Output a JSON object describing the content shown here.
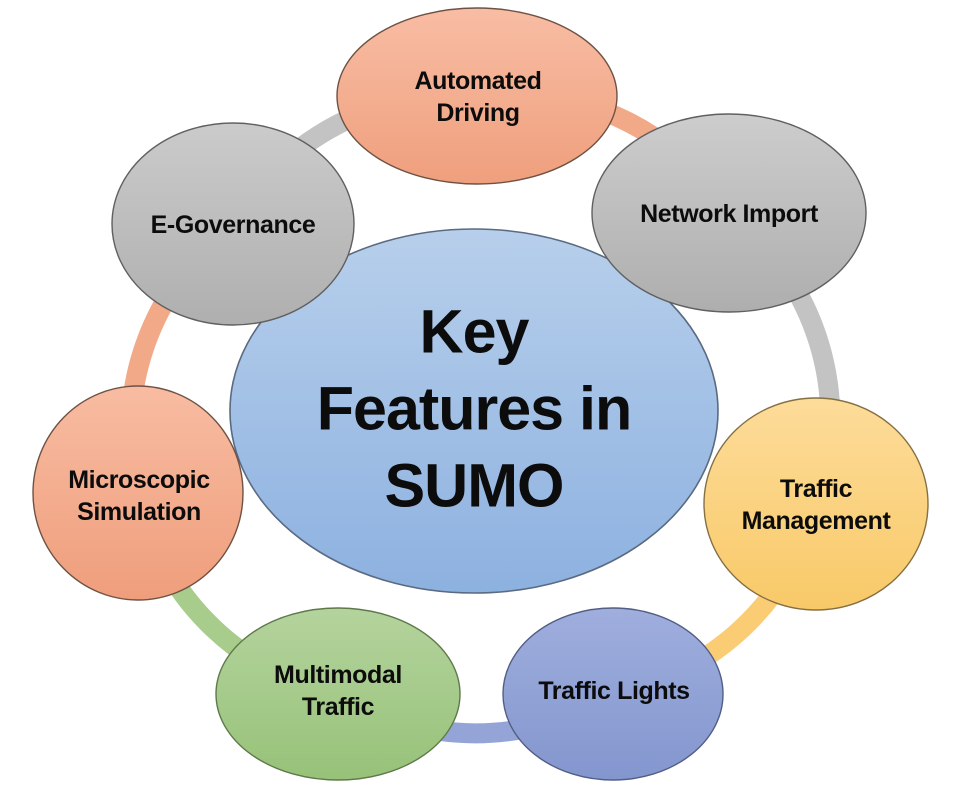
{
  "diagram_title": "Key Features in SUMO",
  "center_node": {
    "label": "Key Features in SUMO",
    "lines": [
      "Key",
      "Features in",
      "SUMO"
    ],
    "fill_top": "#B7CFEB",
    "fill_bottom": "#8DB1E0",
    "border": "#5A6A80",
    "text_color": "#000000"
  },
  "nodes": [
    {
      "id": "automated-driving",
      "label": "Automated Driving",
      "fill_top": "#F8BDA4",
      "fill_bottom": "#EF9F7D",
      "border": "#6E5244"
    },
    {
      "id": "network-import",
      "label": "Network Import",
      "fill_top": "#CDCDCD",
      "fill_bottom": "#AEAEAE",
      "border": "#606060"
    },
    {
      "id": "traffic-management",
      "label": "Traffic Management",
      "fill_top": "#FDDC9A",
      "fill_bottom": "#F8C968",
      "border": "#857043"
    },
    {
      "id": "traffic-lights",
      "label": "Traffic Lights",
      "fill_top": "#9FAEDD",
      "fill_bottom": "#8396CE",
      "border": "#535E86"
    },
    {
      "id": "multimodal-traffic",
      "label": "Multimodal Traffic",
      "fill_top": "#B4D39D",
      "fill_bottom": "#97C279",
      "border": "#5E7949"
    },
    {
      "id": "microscopic-simulation",
      "label": "Microscopic Simulation",
      "fill_top": "#F8BCA2",
      "fill_bottom": "#EF9E7C",
      "border": "#6E5244"
    },
    {
      "id": "e-governance",
      "label": "E-Governance",
      "fill_top": "#CBCBCB",
      "fill_bottom": "#AFAFAF",
      "border": "#606060"
    }
  ],
  "ring": {
    "segments": [
      {
        "from": "automated-driving",
        "to": "network-import",
        "color": "#F2A988"
      },
      {
        "from": "network-import",
        "to": "traffic-management",
        "color": "#C3C3C3"
      },
      {
        "from": "traffic-management",
        "to": "traffic-lights",
        "color": "#FACD74"
      },
      {
        "from": "traffic-lights",
        "to": "multimodal-traffic",
        "color": "#94A4D6"
      },
      {
        "from": "multimodal-traffic",
        "to": "microscopic-simulation",
        "color": "#A7CC8C"
      },
      {
        "from": "microscopic-simulation",
        "to": "e-governance",
        "color": "#F2A988"
      },
      {
        "from": "e-governance",
        "to": "automated-driving",
        "color": "#C3C3C3"
      }
    ]
  },
  "background_color": "#FFFFFF",
  "text_color": "#0C0C0C"
}
